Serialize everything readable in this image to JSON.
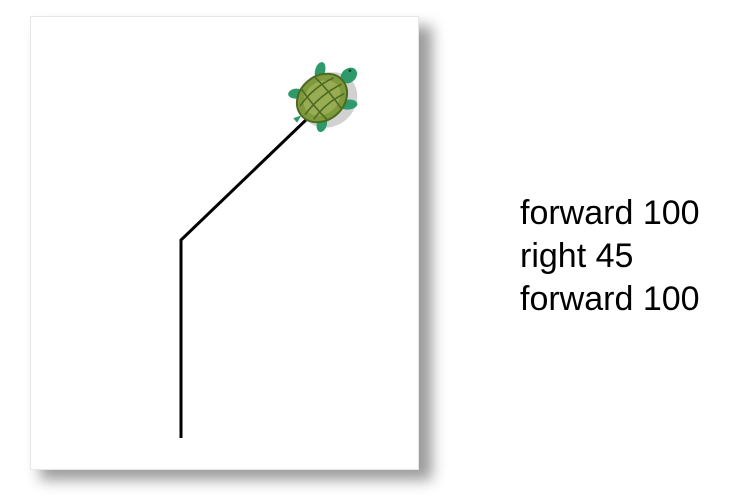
{
  "program": {
    "commands": [
      "forward 100",
      "right 45",
      "forward 100"
    ]
  },
  "turtle_path": {
    "steps": [
      {
        "command": "forward",
        "amount": 100
      },
      {
        "command": "right",
        "amount": 45
      },
      {
        "command": "forward",
        "amount": 100
      }
    ]
  },
  "colors": {
    "line": "#000000",
    "shell": "#7f9a3c",
    "shell_dark": "#4e6a22",
    "skin": "#2e9a6a",
    "canvas": "#ffffff"
  },
  "icons": {
    "turtle": "turtle-icon"
  }
}
